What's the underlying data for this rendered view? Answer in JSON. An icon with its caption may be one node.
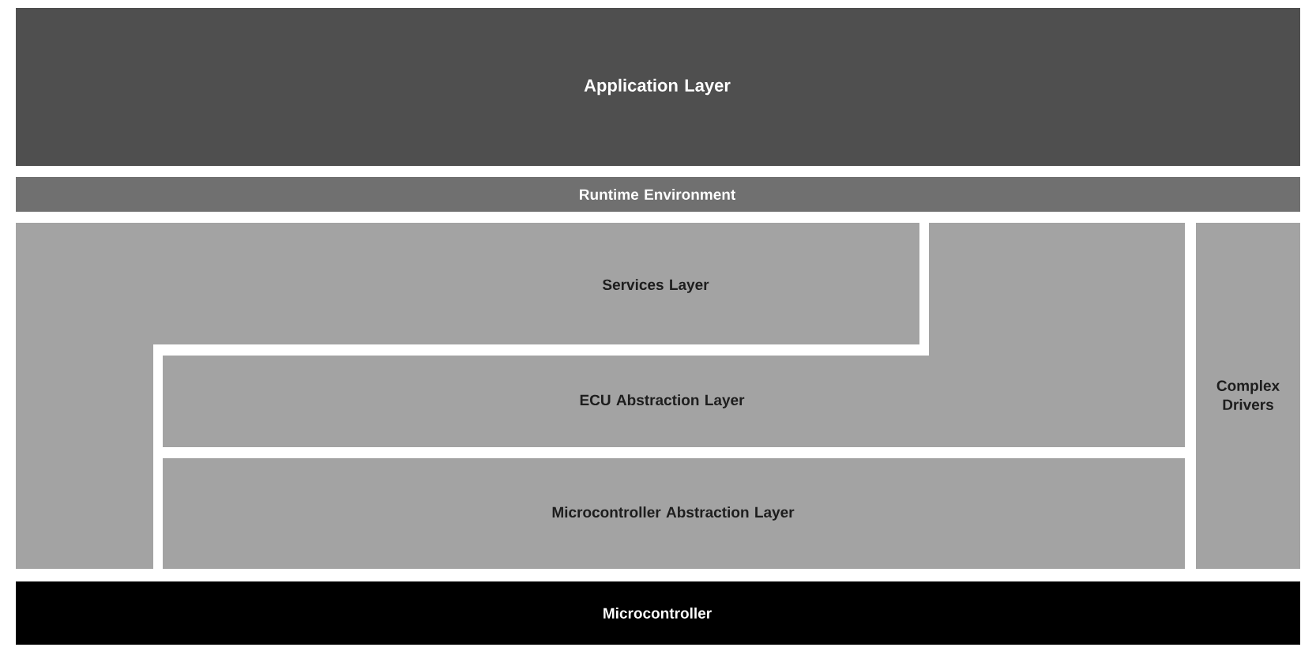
{
  "diagram": {
    "nodes": [
      {
        "text": [
          "Application Layer"
        ]
      },
      {
        "text": [
          "Runtime Environment"
        ]
      },
      {
        "text": [
          "Services Layer"
        ]
      },
      {
        "text": [
          "ECU Abstraction Layer"
        ]
      },
      {
        "text": [
          "Microcontroller Abstraction Layer"
        ]
      },
      {
        "text": [
          "Complex Drivers"
        ]
      },
      {
        "text": [
          "Microcontroller"
        ]
      }
    ]
  }
}
